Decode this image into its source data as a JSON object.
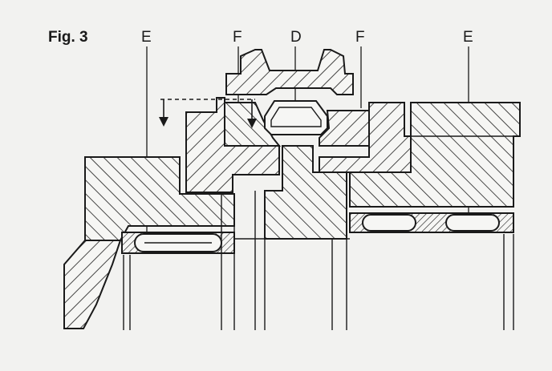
{
  "figure": {
    "caption": "Fig. 3",
    "labels": {
      "e_left": "E",
      "f_left": "F",
      "d_center": "D",
      "f_right": "F",
      "e_right": "E"
    }
  },
  "colors": {
    "background": "#f2f2f0",
    "ink": "#1a1a1a"
  }
}
